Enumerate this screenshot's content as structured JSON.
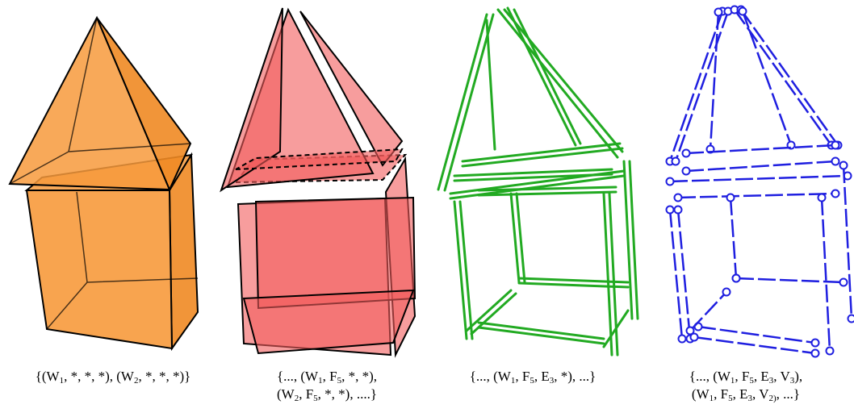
{
  "panels": [
    {
      "id": "wall",
      "color": "#f79a3c",
      "stroke": "#000000",
      "caption_lines": [
        [
          [
            "{(W",
            ""
          ],
          [
            "1",
            "sub"
          ],
          [
            ", *, *, *), (W",
            ""
          ],
          [
            "2",
            "sub"
          ],
          [
            ", *, *, *)}",
            ""
          ]
        ]
      ]
    },
    {
      "id": "face",
      "color": "#f15b5b",
      "stroke": "#000000",
      "caption_lines": [
        [
          [
            "{..., (W",
            ""
          ],
          [
            "1",
            "sub"
          ],
          [
            ", F",
            ""
          ],
          [
            "5",
            "sub"
          ],
          [
            ", *, *),",
            ""
          ]
        ],
        [
          [
            "(W",
            ""
          ],
          [
            "2",
            "sub"
          ],
          [
            ", F",
            ""
          ],
          [
            "5",
            "sub"
          ],
          [
            ", *, *), ....}",
            ""
          ]
        ]
      ]
    },
    {
      "id": "edge",
      "color": "#22aa22",
      "caption_lines": [
        [
          [
            "{..., (W",
            ""
          ],
          [
            "1",
            "sub"
          ],
          [
            ", F",
            ""
          ],
          [
            "5",
            "sub"
          ],
          [
            ", E",
            ""
          ],
          [
            "3",
            "sub"
          ],
          [
            ", *), ...}",
            ""
          ]
        ]
      ]
    },
    {
      "id": "vertex",
      "color": "#1f1fe0",
      "caption_lines": [
        [
          [
            "{..., (W",
            ""
          ],
          [
            "1",
            "sub"
          ],
          [
            ", F",
            ""
          ],
          [
            "5",
            "sub"
          ],
          [
            ", E",
            ""
          ],
          [
            "3",
            "sub"
          ],
          [
            ", V",
            ""
          ],
          [
            "3",
            "sub"
          ],
          [
            "),",
            ""
          ]
        ],
        [
          [
            "(W",
            ""
          ],
          [
            "1",
            "sub"
          ],
          [
            ", F",
            ""
          ],
          [
            "5",
            "sub"
          ],
          [
            ", E",
            ""
          ],
          [
            "3",
            "sub"
          ],
          [
            ", V",
            ""
          ],
          [
            "2)",
            "sub"
          ],
          [
            ", ...}",
            ""
          ]
        ]
      ]
    }
  ]
}
